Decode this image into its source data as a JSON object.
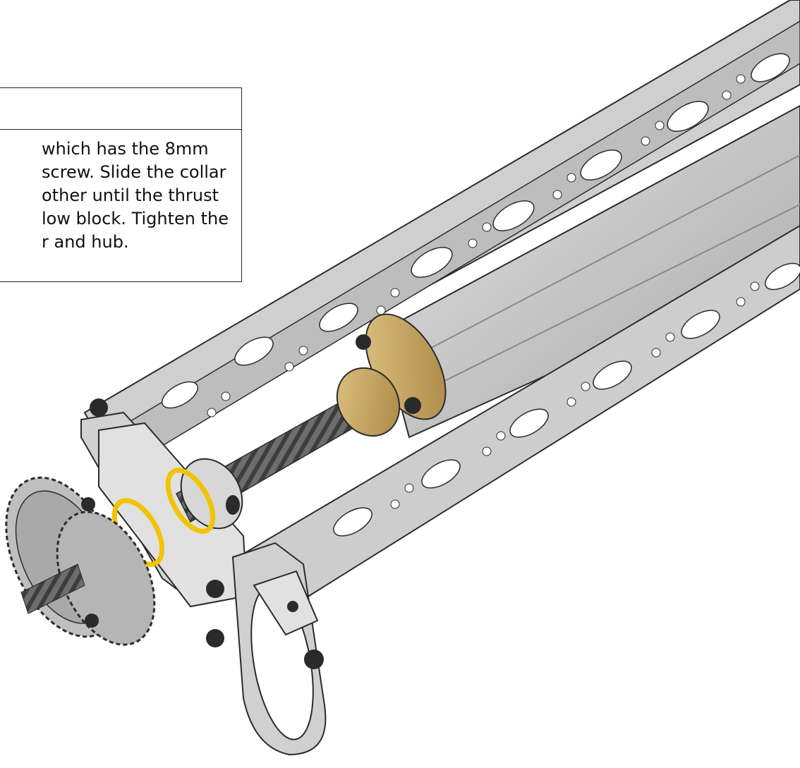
{
  "instruction": {
    "lines": [
      "which has the 8mm",
      "screw. Slide the collar",
      "other until the thrust",
      "low block. Tighten the",
      "r and hub."
    ]
  },
  "colors": {
    "aluminum": "#c9c9c9",
    "aluminum_dark": "#8e8e8e",
    "brass": "#c9a85e",
    "washer": "#f2c300",
    "fastener": "#2a2a2a"
  }
}
